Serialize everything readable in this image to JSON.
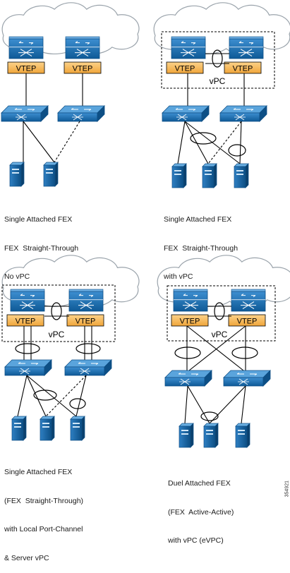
{
  "labels": {
    "vtep": "VTEP",
    "vpc": "vPC",
    "figure_id": "354921"
  },
  "captions": [
    [
      "Single Attached FEX",
      "FEX  Straight-Through",
      "No vPC"
    ],
    [
      "Single Attached FEX",
      "FEX  Straight-Through",
      "with vPC"
    ],
    [
      "Single Attached FEX",
      "(FEX  Straight-Through)",
      "with Local Port-Channel",
      "& Server vPC"
    ],
    [
      "Duel Attached FEX",
      "(FEX  Active-Active)",
      "with vPC (eVPC)"
    ]
  ],
  "colors": {
    "device_blue": "#1f6fb0",
    "device_dark": "#0e4f86",
    "vtep_fill": "#f6b450",
    "line": "#000000"
  },
  "icons": [
    "cloud",
    "nexus-switch",
    "fex-switch",
    "server"
  ]
}
